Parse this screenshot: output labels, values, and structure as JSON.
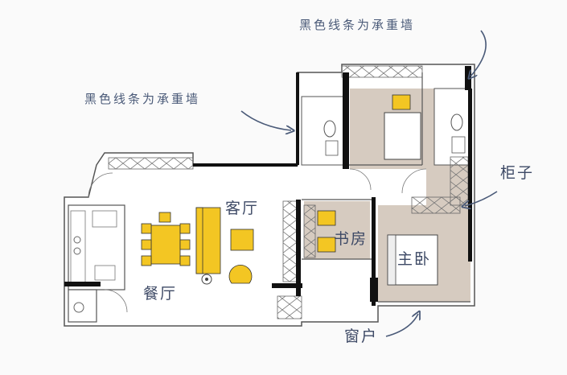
{
  "labels": {
    "load_wall_top": "黑色线条为承重墙",
    "load_wall_left": "黑色线条为承重墙",
    "living_room": "客厅",
    "dining_room": "餐厅",
    "study": "书房",
    "master_bedroom": "主卧",
    "cabinet": "柜子",
    "window": "窗户"
  },
  "colors": {
    "bedroom_floor": "#d6cbc0",
    "floor": "#ffffff",
    "wall": "#111111",
    "outline": "#555555",
    "furniture_yellow": "#f3c623",
    "annotation": "#4a5a78"
  }
}
